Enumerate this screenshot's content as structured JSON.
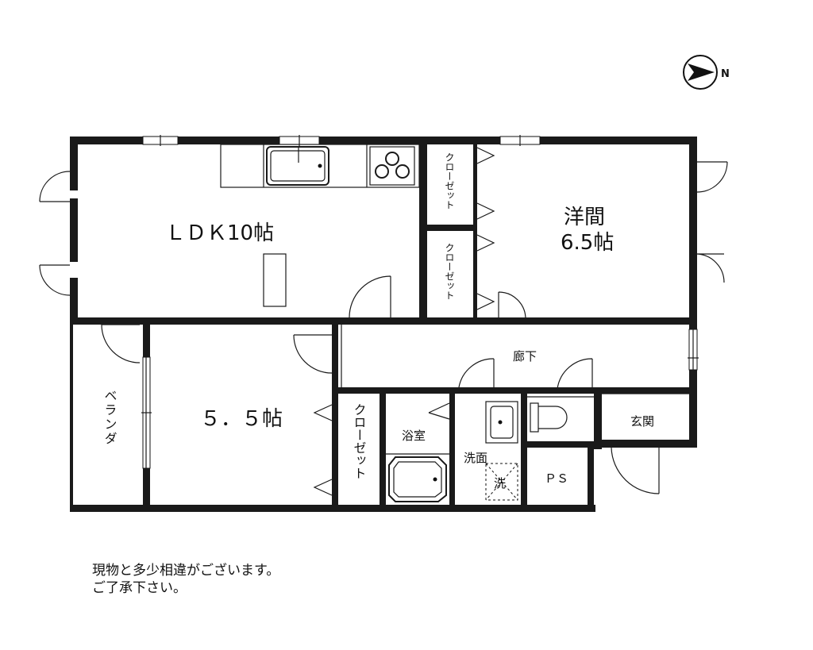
{
  "compass": {
    "label": "N"
  },
  "rooms": {
    "ldk": "ＬＤＫ10帖",
    "western_line1": "洋間",
    "western_line2": "6.5帖",
    "room55": "５．５帖",
    "hallway": "廊下",
    "bath": "浴室",
    "washroom": "洗面",
    "washer": "洗",
    "ps": "ＰＳ",
    "entrance": "玄関",
    "veranda": "ベランダ",
    "closet_a": "クローゼット",
    "closet_b": "クローゼット",
    "closet_c": "クローゼット"
  },
  "note": {
    "line1": "現物と多少相違がございます。",
    "line2": "ご了承下さい。"
  }
}
